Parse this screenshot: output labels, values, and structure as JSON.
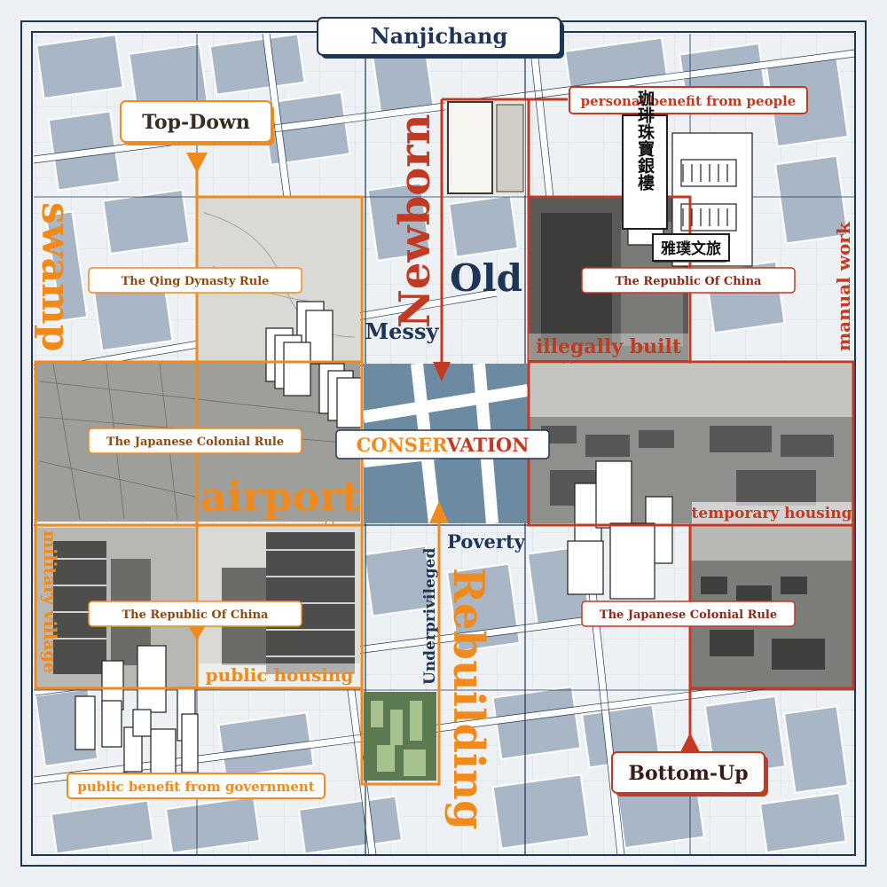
{
  "title": "Nanjichang",
  "axes": {
    "top_down": "Top-Down",
    "bottom_up": "Bottom-Up",
    "rebuilding": "Rebuilding",
    "newborn": "Newborn",
    "conservation_prefix": "CONSER",
    "conservation_suffix": "VATION"
  },
  "left_labels": {
    "swamp": "swamp",
    "airport": "airport",
    "military_village": "military village",
    "public_housing": "public housing",
    "public_benefit": "public benefit from government"
  },
  "right_labels": {
    "personal_benefit": "personal benefit from people",
    "manual_work": "manual work",
    "illegally_built": "illegally built",
    "temporary_housing": "temporary housing"
  },
  "eras": {
    "qing": "The Qing Dynasty Rule",
    "japanese_left": "The Japanese Colonial Rule",
    "roc_left": "The Republic Of China",
    "roc_right": "The Republic Of China",
    "japanese_right": "The Japanese Colonial Rule"
  },
  "center_words": {
    "old": "Old",
    "messy": "Messy",
    "poverty": "Poverty",
    "underprivileged": "Underprivileged"
  },
  "signage": {
    "jewelry_sign": "珈琲珠寶銀樓",
    "hotel_sign": "雅璞文旅"
  },
  "colors": {
    "navy": "#1d3557",
    "orange": "#f08a1c",
    "red": "#c23a22",
    "map_bg": "#eef1f4",
    "block": "#a9b6c6",
    "road": "#ffffff"
  }
}
